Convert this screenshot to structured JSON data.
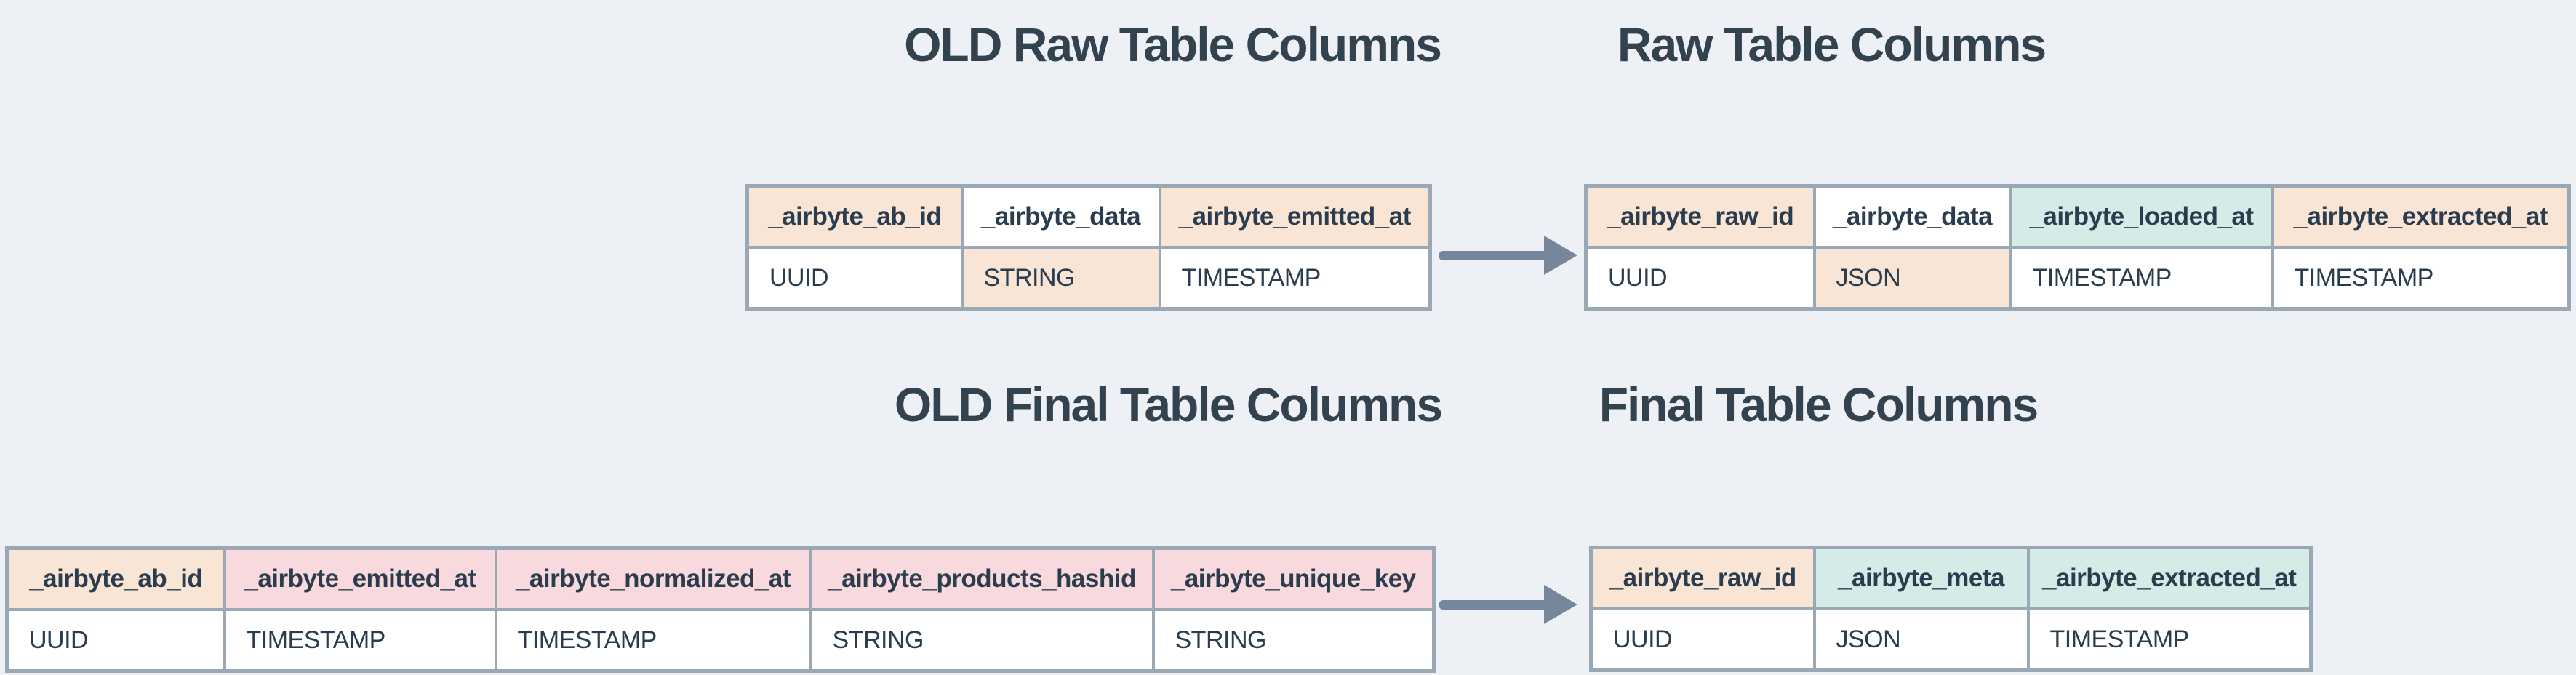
{
  "colors": {
    "background": "#edf1f5",
    "table_border": "#9aa8b6",
    "header_peach": "#f9e5d5",
    "header_pink": "#f7d9de",
    "header_teal": "#d5ebe7",
    "cell_white": "#ffffff",
    "text_dark": "#2a3c4e",
    "title_text": "#33424f",
    "arrow_gray": "#76879b"
  },
  "titles": {
    "old_raw": "OLD Raw Table Columns",
    "new_raw": "Raw Table Columns",
    "old_final": "OLD Final Table Columns",
    "new_final": "Final Table Columns"
  },
  "tables": {
    "old_raw": {
      "headers": [
        "_airbyte_ab_id",
        "_airbyte_data",
        "_airbyte_emitted_at"
      ],
      "types": [
        "UUID",
        "STRING",
        "TIMESTAMP"
      ],
      "header_colors": [
        "peach",
        "white",
        "peach"
      ],
      "type_colors": [
        "white",
        "peach",
        "white"
      ]
    },
    "new_raw": {
      "headers": [
        "_airbyte_raw_id",
        "_airbyte_data",
        "_airbyte_loaded_at",
        "_airbyte_extracted_at"
      ],
      "types": [
        "UUID",
        "JSON",
        "TIMESTAMP",
        "TIMESTAMP"
      ],
      "header_colors": [
        "peach",
        "white",
        "teal",
        "peach"
      ],
      "type_colors": [
        "white",
        "peach",
        "white",
        "white"
      ]
    },
    "old_final": {
      "headers": [
        "_airbyte_ab_id",
        "_airbyte_emitted_at",
        "_airbyte_normalized_at",
        "_airbyte_products_hashid",
        "_airbyte_unique_key"
      ],
      "types": [
        "UUID",
        "TIMESTAMP",
        "TIMESTAMP",
        "STRING",
        "STRING"
      ],
      "header_colors": [
        "peach",
        "pink",
        "pink",
        "pink",
        "pink"
      ],
      "type_colors": [
        "white",
        "white",
        "white",
        "white",
        "white"
      ]
    },
    "new_final": {
      "headers": [
        "_airbyte_raw_id",
        "_airbyte_meta",
        "_airbyte_extracted_at"
      ],
      "types": [
        "UUID",
        "JSON",
        "TIMESTAMP"
      ],
      "header_colors": [
        "peach",
        "teal",
        "teal"
      ],
      "type_colors": [
        "white",
        "white",
        "white"
      ]
    }
  }
}
